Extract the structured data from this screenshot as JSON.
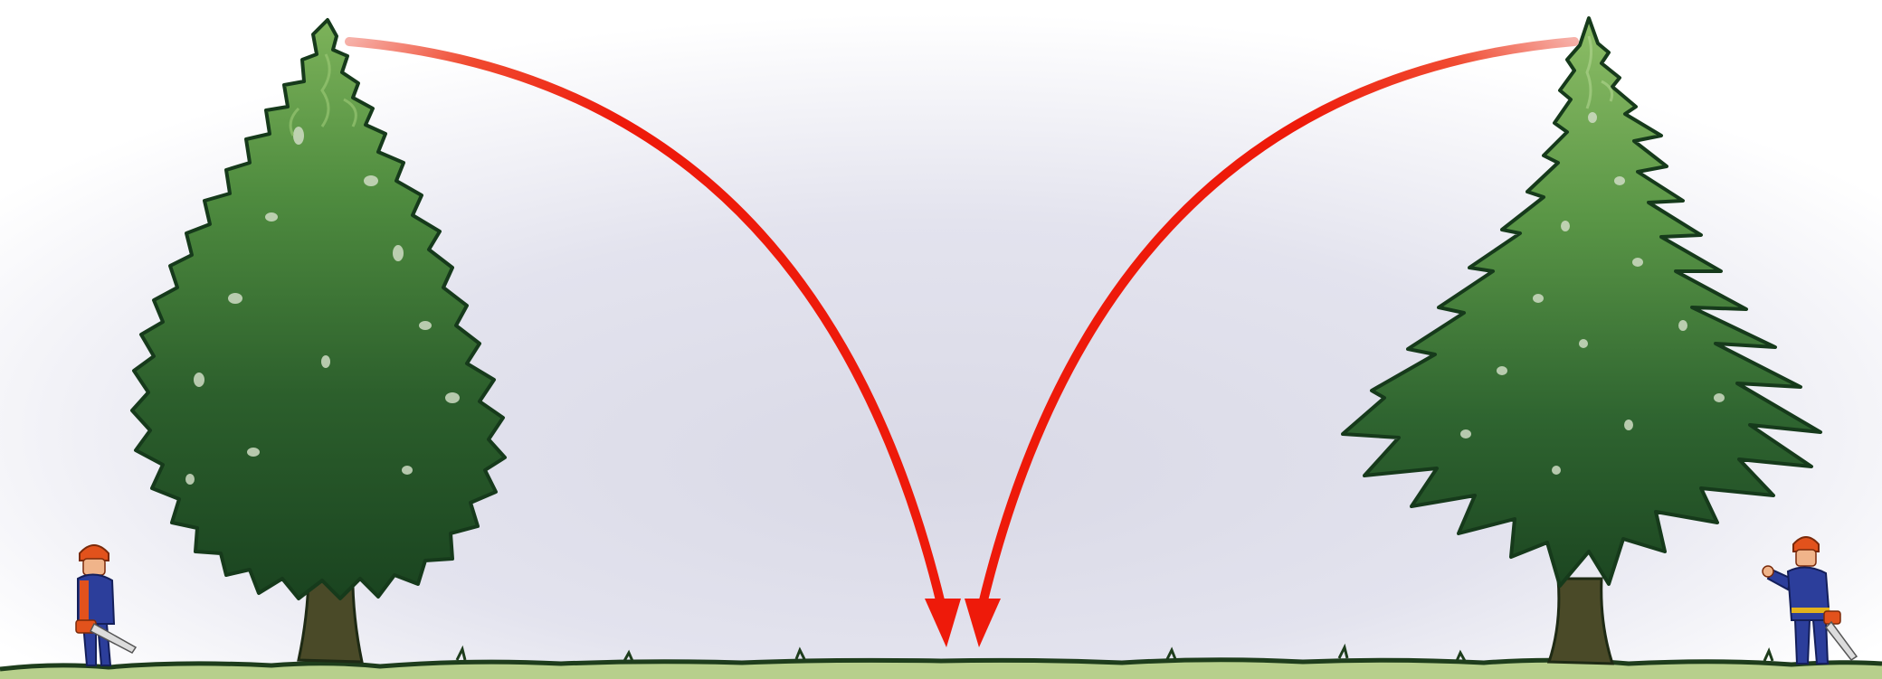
{
  "colors": {
    "sky_center": "#d9d9e6",
    "sky_edge": "#ffffff",
    "ground": "#b7cf8c",
    "ground_edge": "#1e3d1c",
    "foliage_dark": "#1f4d24",
    "foliage_mid": "#3a7a36",
    "foliage_light": "#7db35a",
    "trunk": "#4a4a28",
    "arrow": "#ee1a0a",
    "worker_suit": "#2c3e9b",
    "worker_helmet": "#e2521c"
  },
  "scene": {
    "left_tree": {
      "type": "deciduous-tree-icon"
    },
    "right_tree": {
      "type": "conifer-tree-icon"
    },
    "left_arrow": {
      "type": "curved-arrow-icon",
      "direction": "falls-right"
    },
    "right_arrow": {
      "type": "curved-arrow-icon",
      "direction": "falls-left"
    },
    "left_worker": {
      "type": "lumberjack-icon",
      "tool": "chainsaw"
    },
    "right_worker": {
      "type": "lumberjack-icon",
      "tool": "chainsaw",
      "pose": "waving"
    }
  }
}
